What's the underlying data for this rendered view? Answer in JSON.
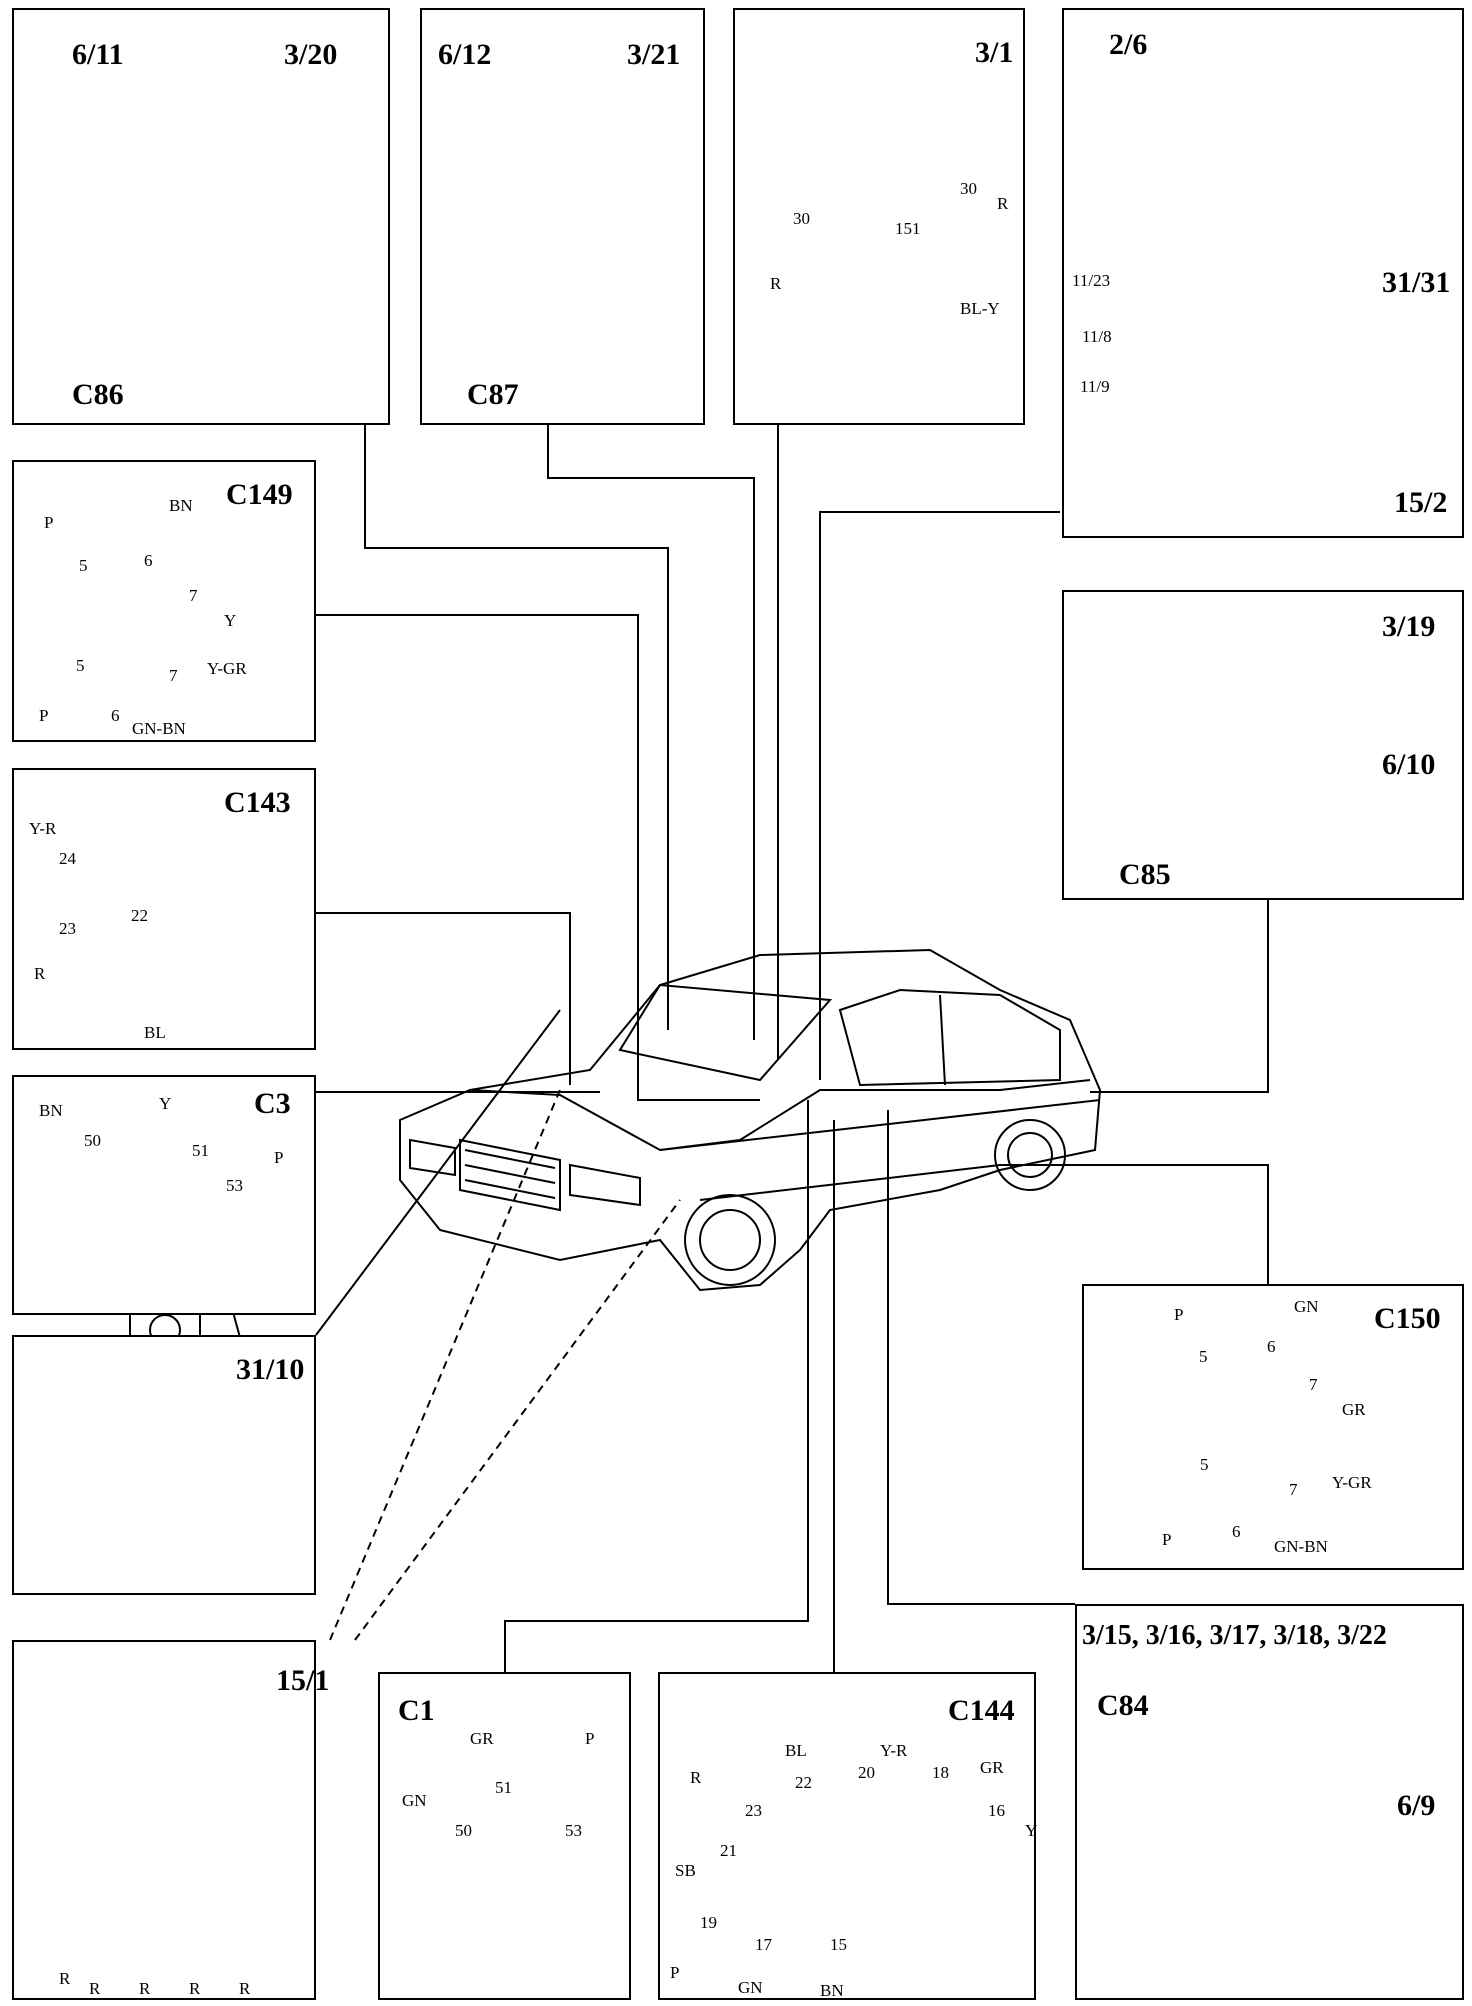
{
  "panels": {
    "p1": {
      "labels": [
        "6/11",
        "3/20",
        "C86"
      ]
    },
    "p2": {
      "labels": [
        "6/12",
        "3/21",
        "C87"
      ]
    },
    "p3": {
      "labels": [
        "3/1"
      ],
      "small": [
        "30",
        "R",
        "30",
        "151",
        "R",
        "BL-Y"
      ]
    },
    "p4": {
      "labels": [
        "2/6",
        "31/31",
        "15/2"
      ],
      "small": [
        "11/23",
        "11/8",
        "11/9"
      ]
    },
    "c149": {
      "labels": [
        "C149"
      ],
      "small": [
        "P",
        "BN",
        "5",
        "6",
        "7",
        "Y",
        "5",
        "7",
        "Y-GR",
        "P",
        "6",
        "GN-BN"
      ]
    },
    "c143": {
      "labels": [
        "C143"
      ],
      "small": [
        "Y-R",
        "24",
        "23",
        "22",
        "R",
        "BL"
      ]
    },
    "c3": {
      "labels": [
        "C3"
      ],
      "small": [
        "BN",
        "Y",
        "50",
        "51",
        "P",
        "53"
      ]
    },
    "p3110": {
      "labels": [
        "31/10"
      ]
    },
    "p319": {
      "labels": [
        "3/19",
        "6/10",
        "C85"
      ]
    },
    "c150": {
      "labels": [
        "C150"
      ],
      "small": [
        "P",
        "GN",
        "5",
        "6",
        "7",
        "GR",
        "5",
        "7",
        "Y-GR",
        "P",
        "6",
        "GN-BN"
      ]
    },
    "p151": {
      "labels": [
        "15/1"
      ],
      "small": [
        "R",
        "R",
        "R",
        "R",
        "R"
      ]
    },
    "c1": {
      "labels": [
        "C1"
      ],
      "small": [
        "GR",
        "P",
        "51",
        "GN",
        "50",
        "53"
      ]
    },
    "c144": {
      "labels": [
        "C144"
      ],
      "small": [
        "BL",
        "Y-R",
        "R",
        "20",
        "22",
        "18",
        "GR",
        "23",
        "16",
        "Y",
        "21",
        "SB",
        "19",
        "P",
        "17",
        "15",
        "GN",
        "BN"
      ]
    },
    "p315": {
      "labels": [
        "3/15, 3/16, 3/17, 3/18, 3/22",
        "C84",
        "6/9"
      ]
    }
  },
  "colors": {
    "line": "#000000",
    "background": "#ffffff"
  }
}
